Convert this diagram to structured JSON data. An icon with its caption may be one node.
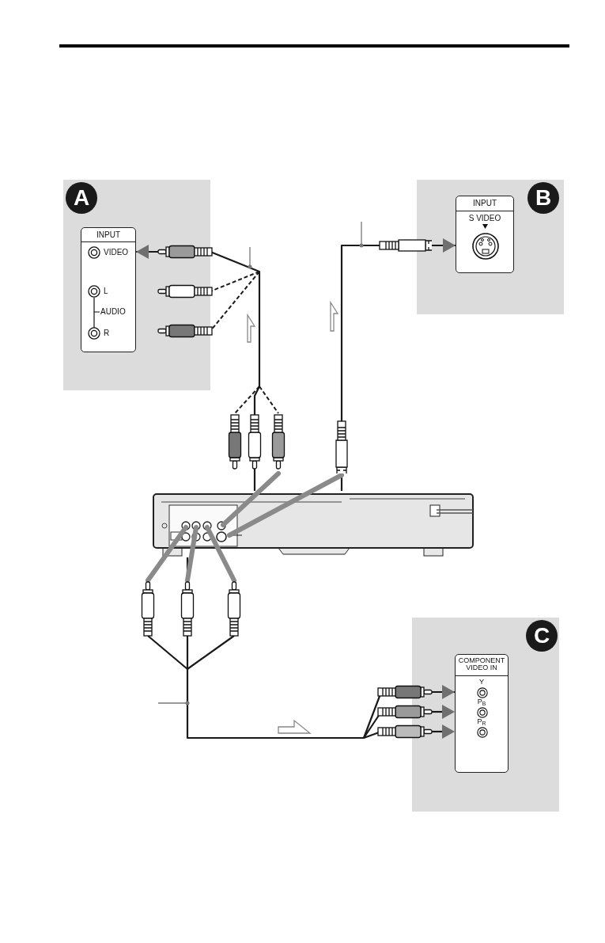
{
  "diagram": {
    "nodes": [
      {
        "text": [],
        "shape": "box"
      },
      {
        "text": [
          "A"
        ],
        "in": 0
      },
      {
        "text": [
          "INPUT",
          "VIDEO",
          "L",
          "AUDIO",
          "R"
        ],
        "in": 0
      },
      {
        "text": [],
        "shape": "box"
      },
      {
        "text": [
          "B"
        ],
        "in": 3
      },
      {
        "text": [
          "INPUT",
          "S VIDEO"
        ],
        "in": 3
      },
      {
        "text": [],
        "shape": "box"
      },
      {
        "text": [
          "C"
        ],
        "in": 6
      },
      {
        "text": [
          "COMPONENT VIDEO IN",
          "Y",
          "P$_{B}$",
          "P$_{R}$"
        ],
        "in": 6
      },
      {
        "text": [],
        "shape": "picture"
      }
    ],
    "edges": [
      {
        "from": 9,
        "to": 2,
        "arrow": "to"
      },
      {
        "from": 9,
        "to": 5,
        "arrow": "to"
      },
      {
        "from": 9,
        "to": 8,
        "arrow": "to"
      }
    ]
  }
}
